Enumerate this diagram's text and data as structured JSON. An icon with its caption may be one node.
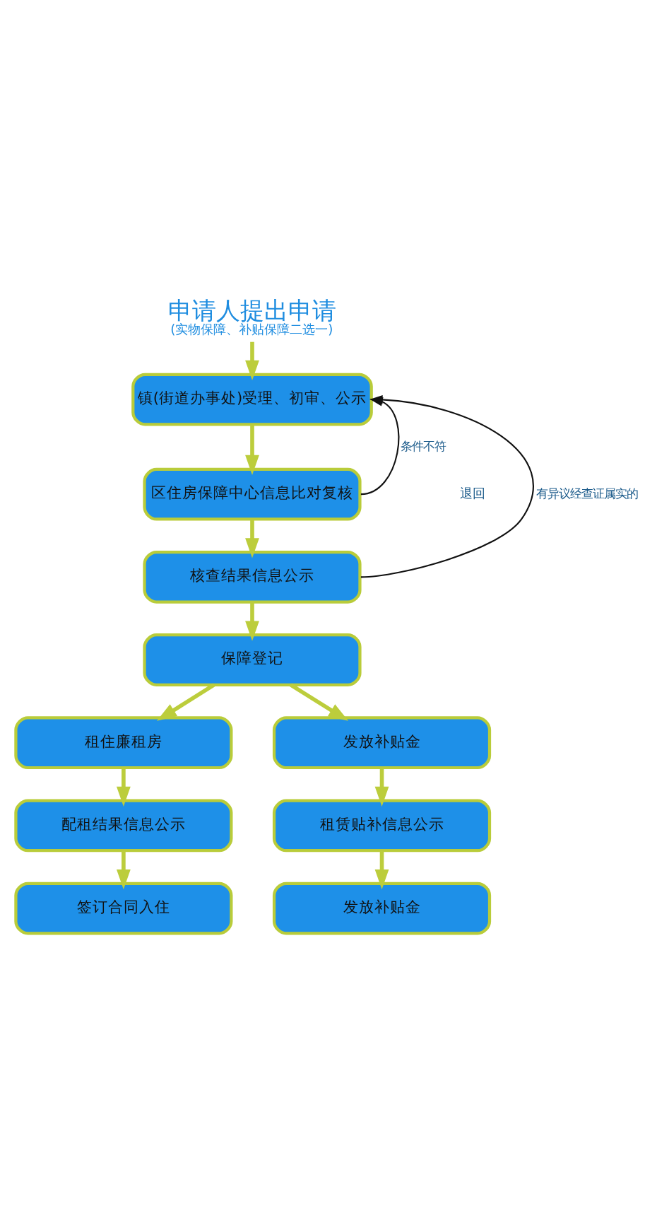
{
  "diagram": {
    "nodes": [
      {
        "text": [
          "申请人提出申请",
          "(实物保障、补贴保障二选一)"
        ]
      },
      {
        "text": [
          "镇(街道办事处)受理、初审、公示"
        ]
      },
      {
        "text": [
          "区住房保障中心信息比对复核"
        ]
      },
      {
        "text": [
          "核查结果信息公示"
        ]
      },
      {
        "text": [
          "保障登记"
        ]
      },
      {
        "text": [
          "租住廉租房"
        ]
      },
      {
        "text": [
          "发放补贴金"
        ]
      },
      {
        "text": [
          "配租结果信息公示"
        ]
      },
      {
        "text": [
          "租赁贴补信息公示"
        ]
      },
      {
        "text": [
          "签订合同入住"
        ]
      },
      {
        "text": [
          "发放补贴金"
        ]
      }
    ],
    "edges": [
      {
        "from": 0,
        "to": 1,
        "arrow": "to"
      },
      {
        "from": 1,
        "to": 2,
        "arrow": "to"
      },
      {
        "from": 2,
        "to": 3,
        "arrow": "to"
      },
      {
        "from": 3,
        "to": 4,
        "arrow": "to"
      },
      {
        "from": 4,
        "to": 5,
        "arrow": "to"
      },
      {
        "from": 4,
        "to": 6,
        "arrow": "to"
      },
      {
        "from": 5,
        "to": 7,
        "arrow": "to"
      },
      {
        "from": 6,
        "to": 8,
        "arrow": "to"
      },
      {
        "from": 7,
        "to": 9,
        "arrow": "to"
      },
      {
        "from": 8,
        "to": 10,
        "arrow": "to"
      },
      {
        "from": 2,
        "to": 1,
        "arrow": "to",
        "label": "条件不符",
        "color": "#111111"
      },
      {
        "from": 3,
        "to": 1,
        "arrow": "to",
        "label": "有异议经查证属实的",
        "color": "#111111"
      }
    ],
    "labels": [
      "退回"
    ]
  }
}
